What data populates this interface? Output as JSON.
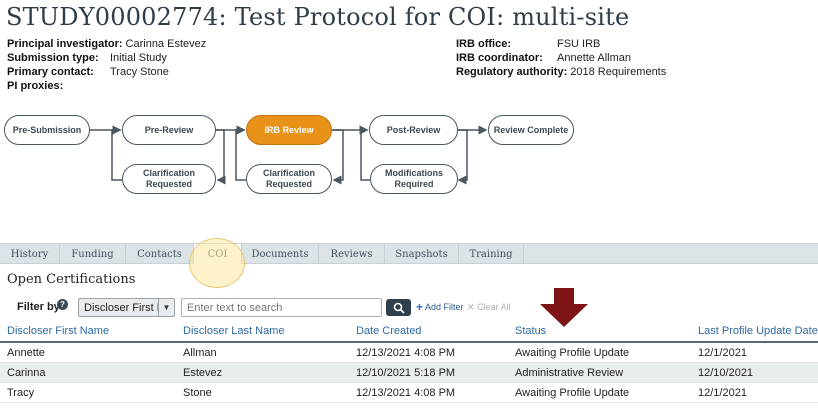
{
  "title": "STUDY00002774: Test Protocol for COI: multi-site",
  "details_left": [
    {
      "label": "Principal investigator:",
      "value": "Carinna Estevez"
    },
    {
      "label": "Submission type:",
      "value": "Initial Study"
    },
    {
      "label": "Primary contact:",
      "value": "Tracy Stone"
    },
    {
      "label": "PI proxies:",
      "value": ""
    }
  ],
  "details_right": [
    {
      "label": "IRB office:",
      "value": "FSU IRB"
    },
    {
      "label": "IRB coordinator:",
      "value": "Annette Allman"
    },
    {
      "label": "Regulatory authority:",
      "value": "2018 Requirements"
    }
  ],
  "workflow": {
    "states": [
      {
        "label": "Pre-Submission",
        "active": false
      },
      {
        "label": "Pre-Review",
        "active": false
      },
      {
        "label": "IRB Review",
        "active": true
      },
      {
        "label": "Post-Review",
        "active": false
      },
      {
        "label": "Review Complete",
        "active": false
      },
      {
        "label": "Clarification Requested",
        "active": false
      },
      {
        "label": "Clarification Requested",
        "active": false
      },
      {
        "label": "Modifications Required",
        "active": false
      }
    ],
    "active_color": "#e8921a"
  },
  "tabs": [
    "History",
    "Funding",
    "Contacts",
    "COI",
    "Documents",
    "Reviews",
    "Snapshots",
    "Training"
  ],
  "selected_tab": "COI",
  "section_title": "Open Certifications",
  "filter": {
    "label": "Filter by",
    "help_icon": "question-circle-icon",
    "selected": "Discloser First N",
    "search_placeholder": "Enter text to search",
    "add_filter": "Add Filter",
    "clear_all": "Clear All"
  },
  "table": {
    "columns": [
      "Discloser First Name",
      "Discloser Last Name",
      "Date Created",
      "Status",
      "Last Profile Update Date"
    ],
    "rows": [
      [
        "Annette",
        "Allman",
        "12/13/2021 4:08 PM",
        "Awaiting Profile Update",
        "12/1/2021"
      ],
      [
        "Carinna",
        "Estevez",
        "12/10/2021 5:18 PM",
        "Administrative Review",
        "12/10/2021"
      ],
      [
        "Tracy",
        "Stone",
        "12/13/2021 4:08 PM",
        "Awaiting Profile Update",
        "12/1/2021"
      ]
    ]
  },
  "annotation_arrow_color": "#7d1416"
}
